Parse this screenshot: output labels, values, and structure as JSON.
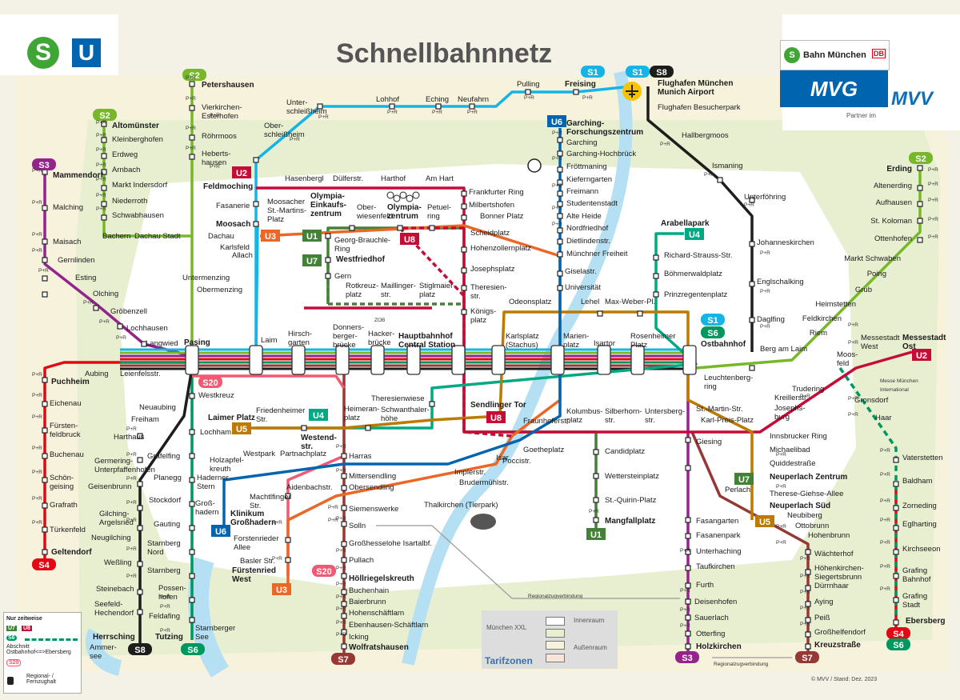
{
  "title": "Schnellbahnnetz",
  "logos": {
    "s": "S",
    "u": "U",
    "db_text": "Bahn München",
    "db": "DB",
    "mvg": "MVG",
    "partner": "Partner im",
    "mvv": "MVV"
  },
  "colors": {
    "s1": "#16b4e6",
    "s2": "#76b82a",
    "s3": "#94248c",
    "s4": "#e30613",
    "s6": "#00975f",
    "s7": "#963833",
    "s8": "#1d1d1b",
    "s20": "#f05a73",
    "u1": "#438136",
    "u2": "#c40c37",
    "u3": "#ec6725",
    "u4": "#00a984",
    "u5": "#bc7a00",
    "u6": "#0065ae",
    "u7": "#438136",
    "u8": "#c40c37",
    "bg": "#f4f1e6",
    "zone_inner": "#ffffff",
    "zone_outer": "#e8efd1"
  },
  "lines": {
    "s1": "S1",
    "s2": "S2",
    "s3": "S3",
    "s4": "S4",
    "s6": "S6",
    "s7": "S7",
    "s8": "S8",
    "s20": "S20",
    "u1": "U1",
    "u2": "U2",
    "u3": "U3",
    "u4": "U4",
    "u5": "U5",
    "u6": "U6",
    "u7": "U7",
    "u8": "U8"
  },
  "stations": {
    "freising": "Freising",
    "pulling": "Pulling",
    "neufahrn": "Neufahrn",
    "eching": "Eching",
    "lohhof": "Lohhof",
    "unterschleissheim": "Unter-\nschleißheim",
    "oberschleissheim": "Ober-\nschleißheim",
    "feldmoching": "Feldmoching",
    "fasanerie": "Fasanerie",
    "moosach": "Moosach",
    "laim": "Laim",
    "hirschgarten": "Hirsch-\ngarten",
    "donnersberger": "Donners-\nberger-\nbrücke",
    "hackerbruecke": "Hacker-\nbrücke",
    "hauptbahnhof": "Hauptbahnhof\nCentral Station",
    "karlsplatz": "Karlsplatz\n(Stachus)",
    "marienplatz": "Marien-\nplatz",
    "isartor": "Isartor",
    "rosenheimer": "Rosenheimer\nPlatz",
    "ostbahnhof": "Ostbahnhof",
    "pasing": "Pasing",
    "langwied": "Langwied",
    "lochhausen": "Lochhausen",
    "groebenzell": "Gröbenzell",
    "olching": "Olching",
    "esting": "Esting",
    "gernlinden": "Gernlinden",
    "maisach": "Maisach",
    "malching": "Malching",
    "mammendorf": "Mammendorf",
    "altomuenster": "Altomünster",
    "kleinberghofen": "Kleinberghofen",
    "erdweg": "Erdweg",
    "arnbach": "Arnbach",
    "markt_indersdorf": "Markt Indersdorf",
    "niederroth": "Niederroth",
    "schwabhausen": "Schwabhausen",
    "bachern": "Bachern",
    "dachau_stadt": "Dachau Stadt",
    "dachau": "Dachau",
    "petershausen": "Petershausen",
    "vierkirchen": "Vierkirchen-\nEsterhofen",
    "roehrmoos": "Röhrmoos",
    "hebertshausen": "Heberts-\nhausen",
    "karlsfeld": "Karlsfeld",
    "allach": "Allach",
    "untermenzing": "Untermenzing",
    "obermenzing": "Obermenzing",
    "airport": "Flughafen München\nMunich Airport",
    "besucherpark": "Flughafen Besucherpark",
    "hallbergmoos": "Hallbergmoos",
    "ismaning": "Ismaning",
    "unterfoehring": "Unterföhring",
    "johanneskirchen": "Johanneskirchen",
    "englschalking": "Englschalking",
    "daglfing": "Daglfing",
    "erding": "Erding",
    "altenerding": "Altenerding",
    "aufhausen": "Aufhausen",
    "st_koloman": "St. Koloman",
    "ottenhofen": "Ottenhofen",
    "markt_schwaben": "Markt Schwaben",
    "poing": "Poing",
    "grub": "Grub",
    "heimstetten": "Heimstetten",
    "feldkirchen": "Feldkirchen",
    "riem": "Riem",
    "messestadt_west": "Messestadt\nWest",
    "messestadt_ost": "Messestadt\nOst",
    "moosfeld": "Moos-\nfeld",
    "berg_am_laim": "Berg am Laim",
    "leuchtenbergring": "Leuchtenberg-\nring",
    "trudering": "Trudering",
    "kreillerstr": "Kreillerstr.",
    "josephsburg": "Josephs-\nburg",
    "gronsdorf": "Gronsdorf",
    "haar": "Haar",
    "vaterstetten": "Vaterstetten",
    "baldham": "Baldham",
    "zorneding": "Zorneding",
    "eglharting": "Eglharting",
    "kirchseeon": "Kirchseeon",
    "grafing_bahnhof": "Grafing\nBahnhof",
    "grafing_stadt": "Grafing\nStadt",
    "ebersberg": "Ebersberg",
    "garching_fz": "Garching-\nForschungszentrum",
    "garching": "Garching",
    "garching_hochbrueck": "Garching-Hochbrück",
    "froettmaning": "Fröttmaning",
    "kieferngarten": "Kieferngarten",
    "freimann": "Freimann",
    "studentenstadt": "Studentenstadt",
    "alte_heide": "Alte Heide",
    "nordfriedhof": "Nordfriedhof",
    "dietlindenstr": "Dietlindenstr.",
    "muenchner_freiheit": "Münchner Freiheit",
    "giselastr": "Giselastr.",
    "universitaet": "Universität",
    "odeonsplatz": "Odeonsplatz",
    "frankfurter_ring": "Frankfurter Ring",
    "milbertshofen": "Milbertshofen",
    "bonner_platz": "Bonner Platz",
    "scheidplatz": "Scheidplatz",
    "hohenzollernplatz": "Hohenzollernplatz",
    "josephsplatz": "Josephsplatz",
    "theresienstr": "Theresien-\nstr.",
    "koenigsplatz": "Königs-\nplatz",
    "hasenbergl": "Hasenbergl",
    "duelferstr": "Dülferstr.",
    "harthof": "Harthof",
    "am_hart": "Am Hart",
    "moosacher_st_martins": "Moosacher\nSt.-Martins-\nPlatz",
    "olympia_einkauf": "Olympia-\nEinkaufs-\nzentrum",
    "oberwiesenfeld": "Ober-\nwiesenfeld",
    "olympiazentrum": "Olympia-\nzentrum",
    "petuelring": "Petuel-\nring",
    "georg_brauchle": "Georg-Brauchle-\nRing",
    "westfriedhof": "Westfriedhof",
    "gern": "Gern",
    "rotkreuzplatz": "Rotkreuz-\nplatz",
    "maillingerstr": "Maillinger-\nstr.",
    "stiglmaierplatz": "Stiglmaier-\nplatz",
    "arabellapark": "Arabellapark",
    "richard_strauss": "Richard-Strauss-Str.",
    "boehmerwald": "Böhmerwaldplatz",
    "prinzregenten": "Prinzregentenplatz",
    "lehel": "Lehel",
    "max_weber": "Max-Weber-Pl.",
    "sendlinger_tor": "Sendlinger Tor",
    "fraunhoferstr": "Fraunhoferstr.",
    "kolumbusplatz": "Kolumbus-\nplatz",
    "silberhornstr": "Silberhorn-\nstr.",
    "untersbergstr": "Untersberg-\nstr.",
    "st_martin_str": "St.-Martin-Str.",
    "karl_preis": "Karl-Preis-Platz",
    "innsbrucker_ring": "Innsbrucker Ring",
    "michaelibad": "Michaelibad",
    "quiddestr": "Quiddestraße",
    "neuperlach_zentrum": "Neuperlach Zentrum",
    "therese_giehse": "Therese-Giehse-Allee",
    "neuperlach_sued": "Neuperlach Süd",
    "neubiberg": "Neubiberg",
    "ottobrunn": "Ottobrunn",
    "hohenbrunn": "Hohenbrunn",
    "waechterhof": "Wächterhof",
    "hoehenkirchen": "Höhenkirchen-\nSiegertsbrunn",
    "duernhaar": "Dürrnhaar",
    "aying": "Aying",
    "peiss": "Peiß",
    "grossfeldenfeld": "Großhelfendorf",
    "kreuzstrasse": "Kreuzstraße",
    "giesing": "Giesing",
    "perlach": "Perlach",
    "fasangarten": "Fasangarten",
    "fasanenpark": "Fasanenpark",
    "unterhaching": "Unterhaching",
    "taufkirchen": "Taufkirchen",
    "furth": "Furth",
    "deisenhofen": "Deisenhofen",
    "sauerlach": "Sauerlach",
    "otterfing": "Otterfing",
    "holzkirchen": "Holzkirchen",
    "goetheplatz": "Goetheplatz",
    "poccistr": "Poccistr.",
    "implerstr": "Implerstr.",
    "brudermuehlstr": "Brudermühlstr.",
    "thalkirchen": "Thalkirchen (Tierpark)",
    "candidplatz": "Candidplatz",
    "wettersteinplatz": "Wettersteinplatz",
    "st_quirin": "St.-Quirin-Platz",
    "mangfallplatz": "Mangfallplatz",
    "theresienwiese": "Theresienwiese",
    "schwanthalerhoehe": "Schwanthaler-\nhöhe",
    "heimeranplatz": "Heimeran-\nplatz",
    "friedenheimer": "Friedenheimer\nStr.",
    "laimer_platz": "Laimer Platz",
    "westendstr": "Westend-\nstr.",
    "harras": "Harras",
    "partnachplatz": "Partnachplatz",
    "westpark": "Westpark",
    "holzapfelkreuth": "Holzapfel-\nkreuth",
    "haderner_stern": "Haderner\nStern",
    "grosshadern": "Groß-\nhadern",
    "klinikum": "Klinikum\nGroßhadern",
    "mittersendling": "Mittersendling",
    "obersendling": "Obersendling",
    "aidenbachstr": "Aidenbachstr.",
    "machtlfinger": "Machtlfinger\nStr.",
    "forstenrieder_allee": "Forstenrieder\nAllee",
    "basler_str": "Basler Str.",
    "fuerstenried_west": "Fürstenried\nWest",
    "siemenswerke": "Siemenswerke",
    "solln": "Solln",
    "grosshesselohe": "Großhesselohe Isartalbf.",
    "pullach": "Pullach",
    "hoellriegelskreuth": "Höllriegelskreuth",
    "buchenhain": "Buchenhain",
    "baierbrunn": "Baierbrunn",
    "hohenschaeftlarn": "Hohenschäftlarn",
    "ebenhausen": "Ebenhausen-Schäftlarn",
    "icking": "Icking",
    "wolfratshausen": "Wolfratshausen",
    "puchheim": "Puchheim",
    "eichenau": "Eichenau",
    "fuerstenfeldbruck": "Fürsten-\nfeldbruck",
    "buchenau": "Buchenau",
    "schoengeising": "Schön-\ngeising",
    "grafrath": "Grafrath",
    "tuerkenfeld": "Türkenfeld",
    "geltendorf": "Geltendorf",
    "aubing": "Aubing",
    "leienfelsstr": "Leienfelsstr.",
    "westkreuz": "Westkreuz",
    "neuaubing": "Neuaubing",
    "freiham": "Freiham",
    "harthaus": "Harthaus",
    "germering": "Germering-\nUnterpfaffenhofen",
    "geisenbrunn": "Geisenbrunn",
    "gilching": "Gilching-\nArgelsried",
    "neugilching": "Neugilching",
    "wessling": "Weßling",
    "steinebach": "Steinebach",
    "seefeld": "Seefeld-\nHechendorf",
    "herrsching": "Herrsching",
    "lochham": "Lochham",
    "graefelfing": "Gräfelfing",
    "planegg": "Planegg",
    "stockdorf": "Stockdorf",
    "gauting": "Gauting",
    "starnberg_nord": "Starnberg\nNord",
    "starnberg": "Starnberg",
    "possenhofen": "Possen-\nhofen",
    "feldafing": "Feldafing",
    "tutzing": "Tutzing"
  },
  "labels": {
    "isar": "Isar",
    "ammersee": "Ammer-\nsee",
    "starnberger_see": "Starnberger\nSee",
    "regional1": "Regionalzugverbindung",
    "regional2": "Regionalzugverbindung",
    "pr": "P+R",
    "zob": "ZOB",
    "messe": "Messe München\nInternational"
  },
  "legend": {
    "title": "Nur zeitweise",
    "abschnitt": "Abschnitt\nOstbahnhof<=>Ebersberg",
    "fern": "Regional- /\nFernzughalt"
  },
  "tarif": {
    "xxl": "München XXL",
    "inner": "Innenraum",
    "outer": "Außenraum",
    "zones": "Tarifzonen"
  },
  "copyright": "© MVV / Stand: Dez. 2023"
}
